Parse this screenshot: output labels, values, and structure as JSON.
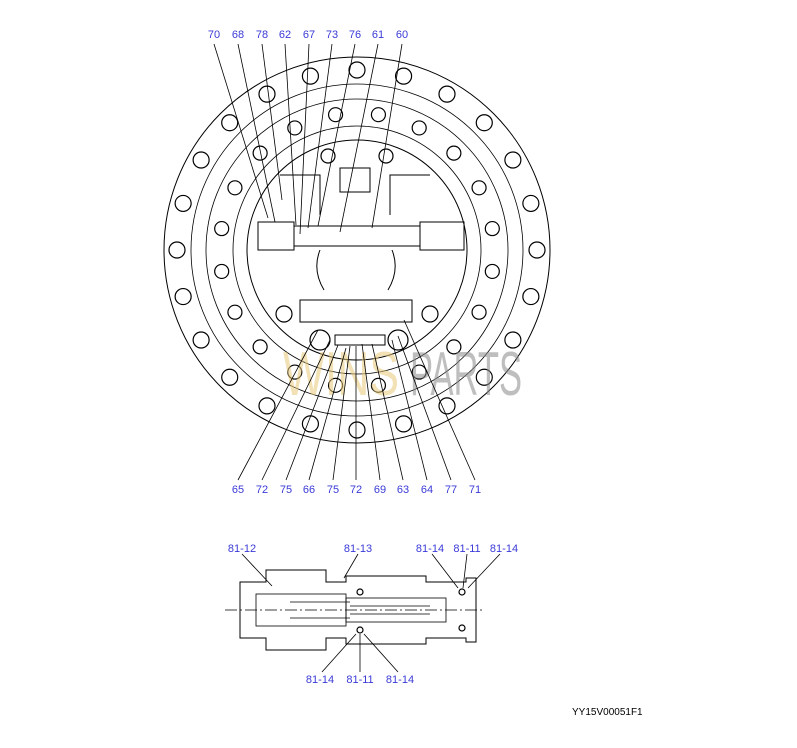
{
  "diagram": {
    "top_callouts": [
      "70",
      "68",
      "78",
      "62",
      "67",
      "73",
      "76",
      "61",
      "60"
    ],
    "bottom_callouts": [
      "65",
      "72",
      "75",
      "66",
      "75",
      "72",
      "69",
      "63",
      "64",
      "77",
      "71"
    ],
    "valve_top_callouts": [
      "81-12",
      "81-13",
      "81-14",
      "81-11",
      "81-14"
    ],
    "valve_bottom_callouts": [
      "81-14",
      "81-11",
      "81-14"
    ],
    "drawing_code": "YY15V00051F1",
    "watermark": {
      "part1": "WINS",
      "part2": "PARTS"
    },
    "colors": {
      "callout": "#3a3ad8",
      "watermark1": "#e8c97a",
      "watermark2": "#8a8a8a"
    }
  }
}
